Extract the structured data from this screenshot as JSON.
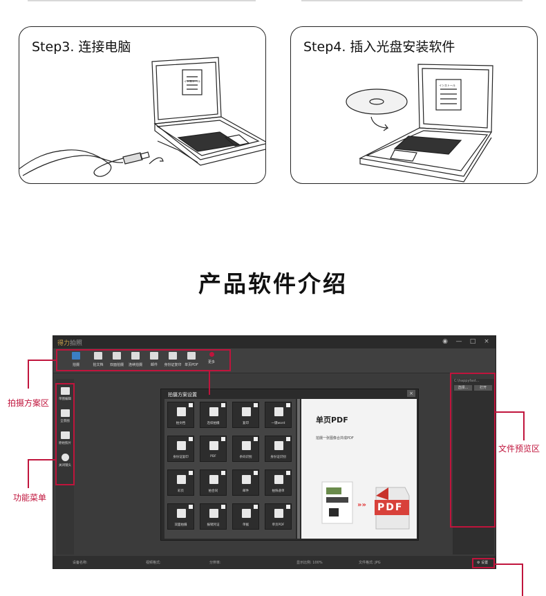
{
  "steps": [
    {
      "title": "Step3. 连接电脑"
    },
    {
      "title": "Step4. 插入光盘安装软件"
    }
  ],
  "heading": "产品软件介绍",
  "app": {
    "brand": "得力",
    "brand_suffix": "拍照",
    "window_controls": [
      "◉",
      "—",
      "□",
      "×"
    ],
    "toolbar": [
      "拍摄",
      "拍文档",
      "双面拍摄",
      "连续拍摄",
      "邮件",
      "身份证复印",
      "单页PDF",
      "更多"
    ],
    "left_menu": [
      "单图编辑",
      "全景图",
      "原始照片",
      "关闭镜头"
    ],
    "right_panel": {
      "path": "C:\\happyfast...",
      "buttons": [
        "选择...",
        "打开"
      ]
    },
    "status": [
      "设备名称:",
      "视频格式:",
      "分辨率:",
      "显示比例: 100%",
      "文件格式: JPG"
    ],
    "settings_label": "设置",
    "dialog": {
      "title": "拍摄方案设置",
      "close": "×",
      "items": [
        "拍文档",
        "连续拍摄",
        "复印",
        "一键word",
        "身份证复印",
        "PDF",
        "条码识别",
        "身份证识别",
        "彩页",
        "拍合同",
        "邮件",
        "拍快递单",
        "双面拍摄",
        "报销凭证",
        "单据",
        "单页PDF"
      ],
      "preview_title": "单页PDF",
      "preview_desc": "拍摄一张图像合并成PDF",
      "pdf_label": "PDF",
      "arrow": "»»"
    }
  },
  "callouts": {
    "left_top": "拍摄方案区",
    "left_bottom": "功能菜单",
    "right": "文件预览区"
  },
  "colors": {
    "accent": "#c0143c",
    "app_bg": "#3b3b3b"
  }
}
